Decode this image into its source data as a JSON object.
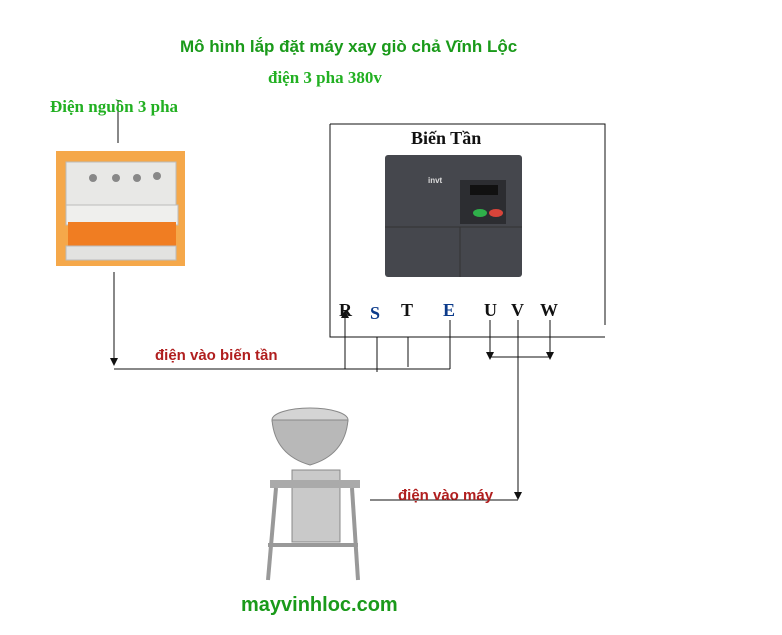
{
  "title": "Mô hình lắp đặt máy xay giò chả Vĩnh Lộc",
  "subtitle": "điện 3 pha 380v",
  "source_label": "Điện nguồn 3 pha",
  "inverter_label": "Biến Tần",
  "inverter_brand": "invt",
  "terminals": [
    "R",
    "S",
    "T",
    "E",
    "U",
    "V",
    "W"
  ],
  "input_label": "điện vào biến tần",
  "machine_label": "điện vào máy",
  "website": "mayvinhloc.com",
  "colors": {
    "green": "#1a9a1a",
    "red": "#b01e1e",
    "breaker_bg": "#f5a84a",
    "inverter": "#45474d"
  }
}
